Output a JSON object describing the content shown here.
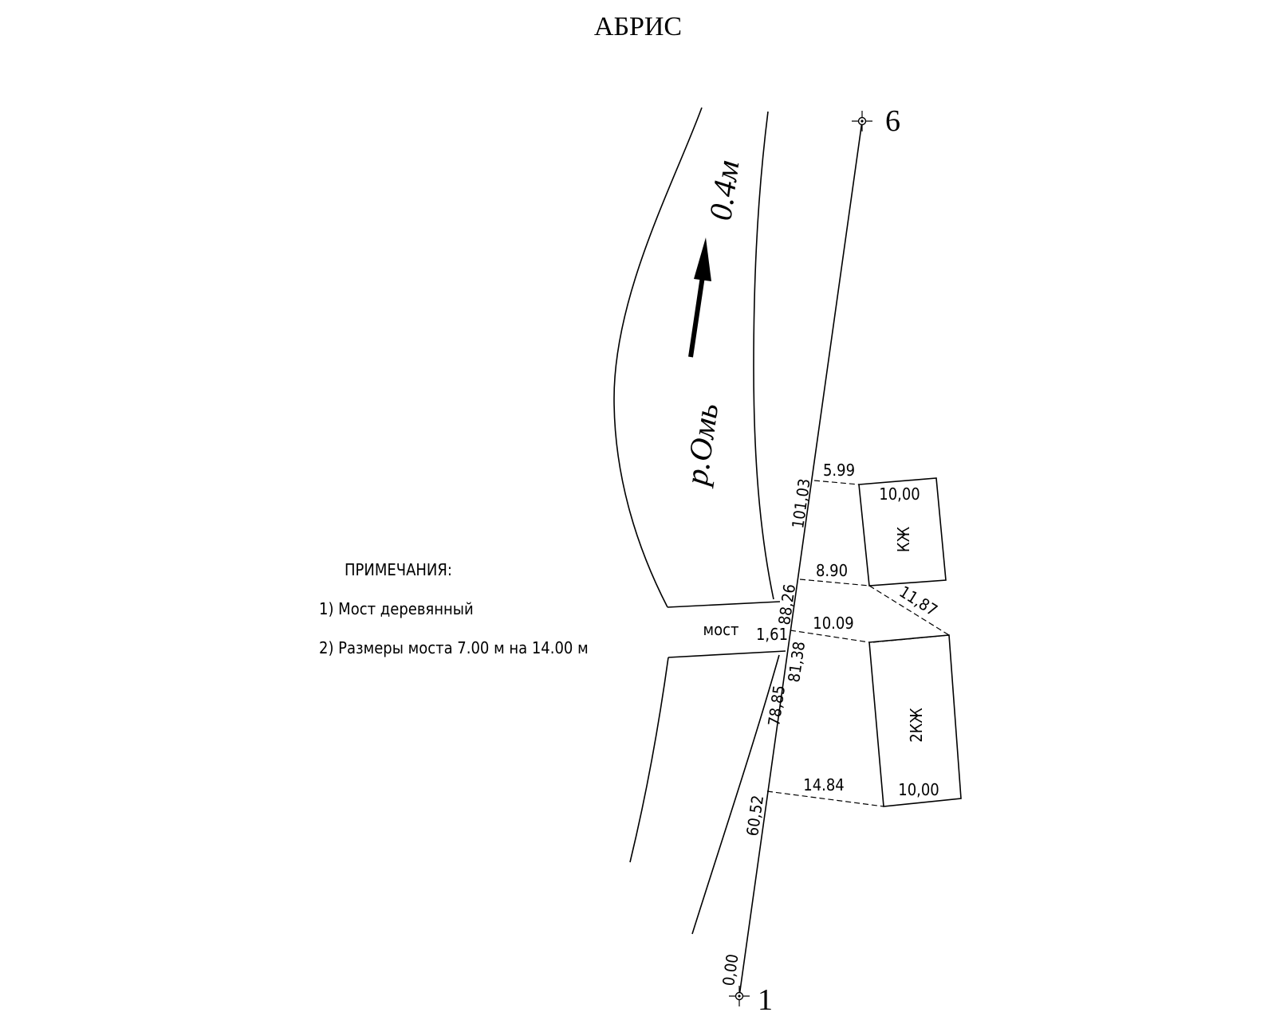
{
  "title": "АБРИС",
  "river": {
    "name": "р.Омь",
    "speed": "0.4м"
  },
  "points": {
    "start": "1",
    "end": "6"
  },
  "bridge_label": "мост",
  "notes": {
    "heading": "ПРИМЕЧАНИЯ:",
    "items": [
      "1) Мост деревянный",
      "2) Размеры моста 7.00 м на 14.00 м"
    ]
  },
  "buildings": [
    {
      "label": "КЖ",
      "width": "10,00"
    },
    {
      "label": "2КЖ",
      "width": "10,00"
    }
  ],
  "chainages": [
    "0,00",
    "60,52",
    "78,85",
    "81,38",
    "1,61",
    "88,26",
    "101,03"
  ],
  "offsets": [
    "5.99",
    "8.90",
    "10.09",
    "14.84",
    "11,87"
  ]
}
